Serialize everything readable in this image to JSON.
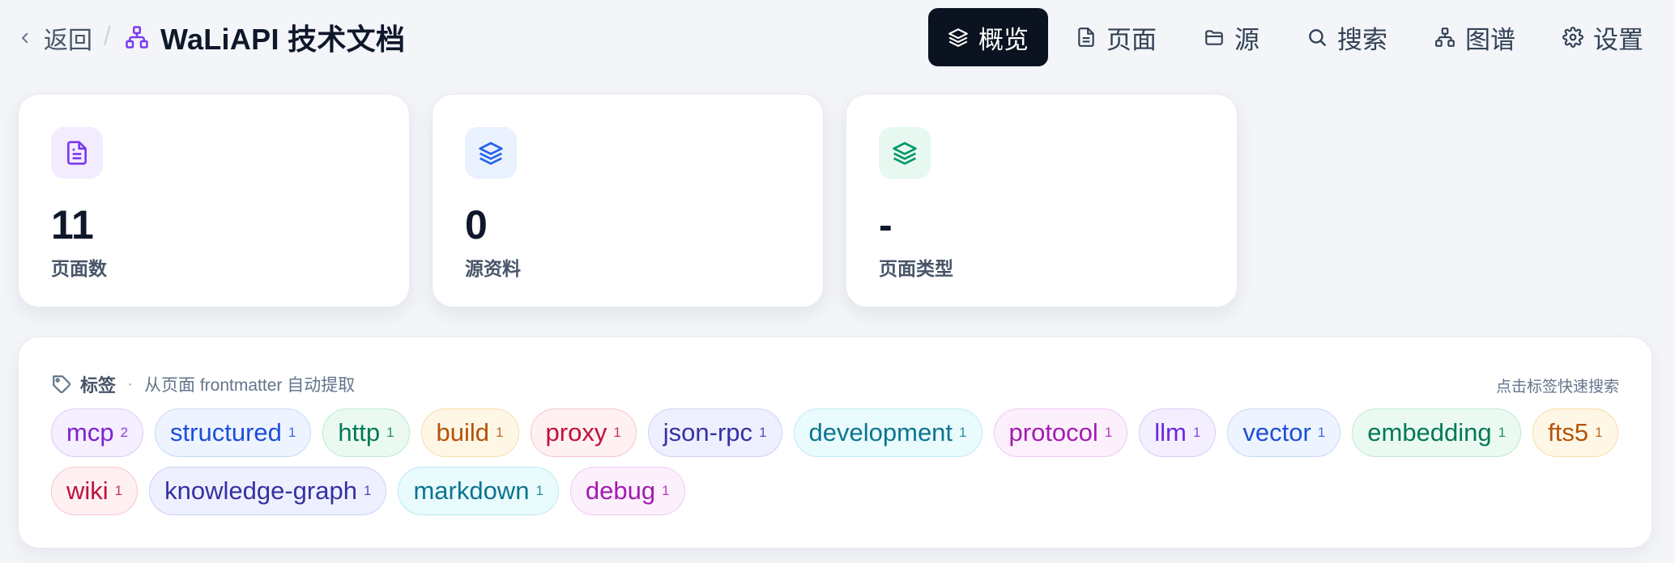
{
  "header": {
    "back_label": "返回",
    "separator": "/",
    "title": "WaLiAPI 技术文档",
    "nav": [
      {
        "label": "概览",
        "icon": "layers-icon",
        "active": true
      },
      {
        "label": "页面",
        "icon": "file-icon",
        "active": false
      },
      {
        "label": "源",
        "icon": "folder-icon",
        "active": false
      },
      {
        "label": "搜索",
        "icon": "search-icon",
        "active": false
      },
      {
        "label": "图谱",
        "icon": "graph-icon",
        "active": false
      },
      {
        "label": "设置",
        "icon": "gear-icon",
        "active": false
      }
    ]
  },
  "stats": [
    {
      "value": "11",
      "label": "页面数",
      "icon": "file-icon",
      "color": "#7c3aed",
      "bg": "#f3ecff"
    },
    {
      "value": "0",
      "label": "源资料",
      "icon": "layers-icon",
      "color": "#2563eb",
      "bg": "#eaf1ff"
    },
    {
      "value": "-",
      "label": "页面类型",
      "icon": "layers-icon",
      "color": "#059669",
      "bg": "#e6f8ef"
    }
  ],
  "tags_panel": {
    "title": "标签",
    "dot": "·",
    "subtitle": "从页面 frontmatter 自动提取",
    "hint": "点击标签快速搜索",
    "tags": [
      {
        "name": "mcp",
        "count": "2",
        "color": "#7e22ce",
        "bg": "#f5efff",
        "border": "#dccbf7"
      },
      {
        "name": "structured",
        "count": "1",
        "color": "#1d4ed8",
        "bg": "#eef4ff",
        "border": "#c9d8f7"
      },
      {
        "name": "http",
        "count": "1",
        "color": "#047857",
        "bg": "#eafaf1",
        "border": "#bfe9d2"
      },
      {
        "name": "build",
        "count": "1",
        "color": "#b45309",
        "bg": "#fff7e6",
        "border": "#f6dcaa"
      },
      {
        "name": "proxy",
        "count": "1",
        "color": "#be123c",
        "bg": "#fff0f2",
        "border": "#f5c6cf"
      },
      {
        "name": "json-rpc",
        "count": "1",
        "color": "#3730a3",
        "bg": "#eef0ff",
        "border": "#cdd1f5"
      },
      {
        "name": "development",
        "count": "1",
        "color": "#0e7490",
        "bg": "#e9fbfd",
        "border": "#bdeaf1"
      },
      {
        "name": "protocol",
        "count": "1",
        "color": "#a21caf",
        "bg": "#fcf0fd",
        "border": "#efc8f3"
      },
      {
        "name": "llm",
        "count": "1",
        "color": "#6d28d9",
        "bg": "#f4efff",
        "border": "#d9cbf7"
      },
      {
        "name": "vector",
        "count": "1",
        "color": "#1d4ed8",
        "bg": "#eef4ff",
        "border": "#c9d8f7"
      },
      {
        "name": "embedding",
        "count": "1",
        "color": "#047857",
        "bg": "#eafaf1",
        "border": "#bfe9d2"
      },
      {
        "name": "fts5",
        "count": "1",
        "color": "#b45309",
        "bg": "#fff7e6",
        "border": "#f6dcaa"
      },
      {
        "name": "wiki",
        "count": "1",
        "color": "#be123c",
        "bg": "#fff0f2",
        "border": "#f5c6cf"
      },
      {
        "name": "knowledge-graph",
        "count": "1",
        "color": "#3730a3",
        "bg": "#eef0ff",
        "border": "#cdd1f5"
      },
      {
        "name": "markdown",
        "count": "1",
        "color": "#0e7490",
        "bg": "#e9fbfd",
        "border": "#bdeaf1"
      },
      {
        "name": "debug",
        "count": "1",
        "color": "#a21caf",
        "bg": "#fcf0fd",
        "border": "#efc8f3"
      }
    ]
  }
}
